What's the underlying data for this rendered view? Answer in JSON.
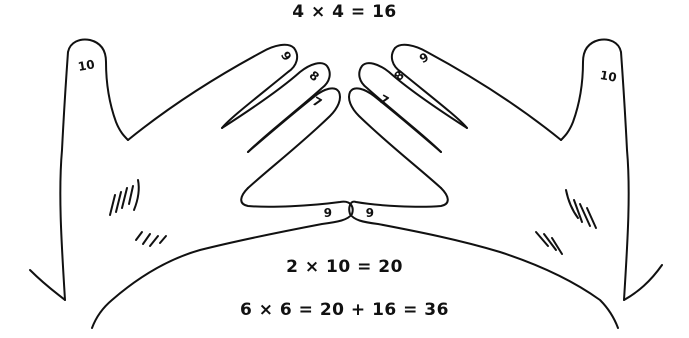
{
  "equations": {
    "top": "4 × 4 = 16",
    "middle": "2 × 10 = 20",
    "bottom": "6 × 6 = 20 + 16 = 36"
  },
  "finger_labels": {
    "left": {
      "thumb": "10",
      "index": "9",
      "middle": "8",
      "ring": "7",
      "pinky": "6"
    },
    "right": {
      "thumb": "10",
      "index": "9",
      "middle": "8",
      "ring": "7",
      "pinky": "6"
    }
  },
  "colors": {
    "ink": "#111111",
    "background": "#ffffff"
  }
}
